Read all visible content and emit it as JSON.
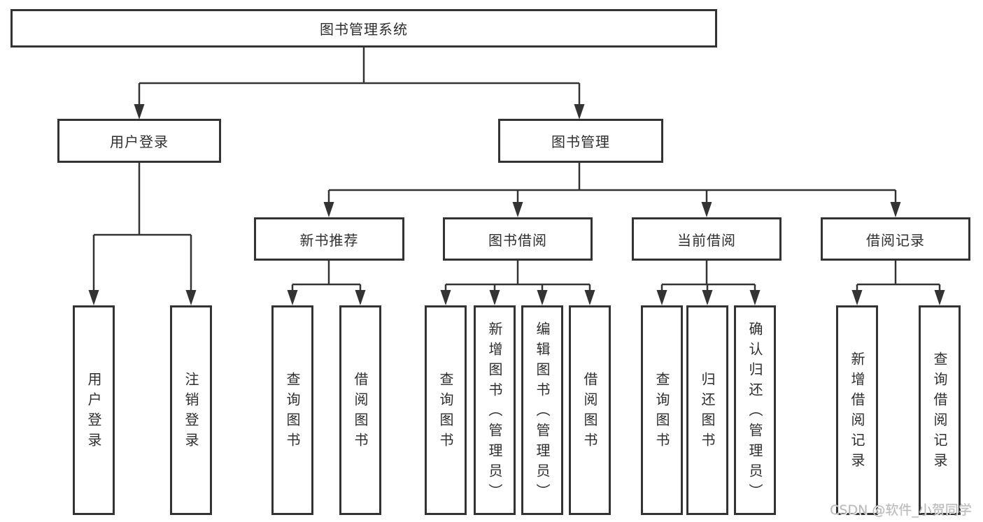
{
  "tree": {
    "root": {
      "label": "图书管理系统"
    },
    "branches": [
      {
        "label": "用户登录",
        "children": [
          {
            "label": "用户登录"
          },
          {
            "label": "注销登录"
          }
        ]
      },
      {
        "label": "图书管理",
        "children": [
          {
            "label": "新书推荐",
            "children": [
              {
                "label": "查询图书"
              },
              {
                "label": "借阅图书"
              }
            ]
          },
          {
            "label": "图书借阅",
            "children": [
              {
                "label": "查询图书"
              },
              {
                "label": "新增图书（管理员）"
              },
              {
                "label": "编辑图书（管理员）"
              },
              {
                "label": "借阅图书"
              }
            ]
          },
          {
            "label": "当前借阅",
            "children": [
              {
                "label": "查询图书"
              },
              {
                "label": "归还图书"
              },
              {
                "label": "确认归还（管理员）"
              }
            ]
          },
          {
            "label": "借阅记录",
            "children": [
              {
                "label": "新增借阅记录"
              },
              {
                "label": "查询借阅记录"
              }
            ]
          }
        ]
      }
    ]
  },
  "watermark": {
    "text": "CSDN @软件_小贺同学"
  },
  "colors": {
    "line": "#333333",
    "box_border": "#333333",
    "text": "#2e2e2e",
    "background": "#ffffff",
    "watermark": "#b9b9b9"
  }
}
